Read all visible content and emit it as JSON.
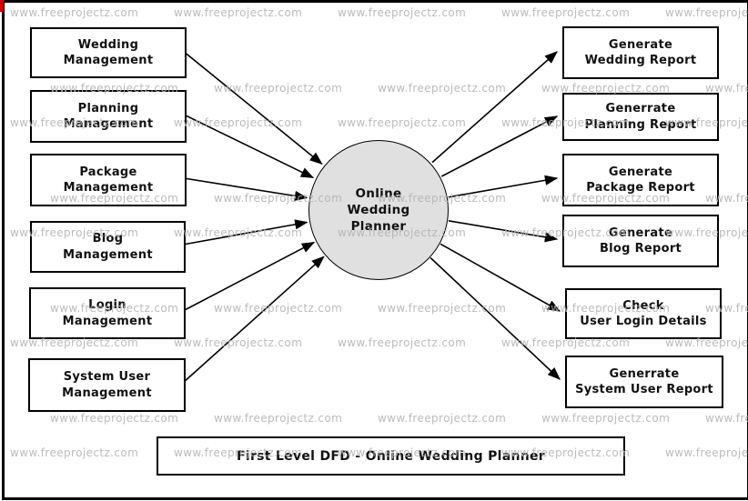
{
  "diagram": {
    "title": "First Level DFD - Online Wedding Planner",
    "center_process": {
      "label": "Online\nWedding\nPlanner"
    },
    "left_entities": [
      {
        "label": "Wedding\nManagement"
      },
      {
        "label": "Planning\nManagement"
      },
      {
        "label": "Package\nManagement"
      },
      {
        "label": "Blog\nManagement"
      },
      {
        "label": "Login\nManagement"
      },
      {
        "label": "System User\nManagement"
      }
    ],
    "right_entities": [
      {
        "label": "Generate\nWedding Report"
      },
      {
        "label": "Generrate\nPlanning Report"
      },
      {
        "label": "Generate\nPackage Report"
      },
      {
        "label": "Generate\nBlog Report"
      },
      {
        "label": "Check\nUser Login Details"
      },
      {
        "label": "Generrate\nSystem User Report"
      }
    ]
  },
  "watermark": {
    "text": "www.freeprojectz.com",
    "color": "#b4b4b4"
  },
  "colors": {
    "background": "#ffffff",
    "node_fill": "#ffffff",
    "process_fill": "#e0e0e0",
    "line": "#000000",
    "text": "#111111",
    "corner_accent": "#cc0000"
  }
}
